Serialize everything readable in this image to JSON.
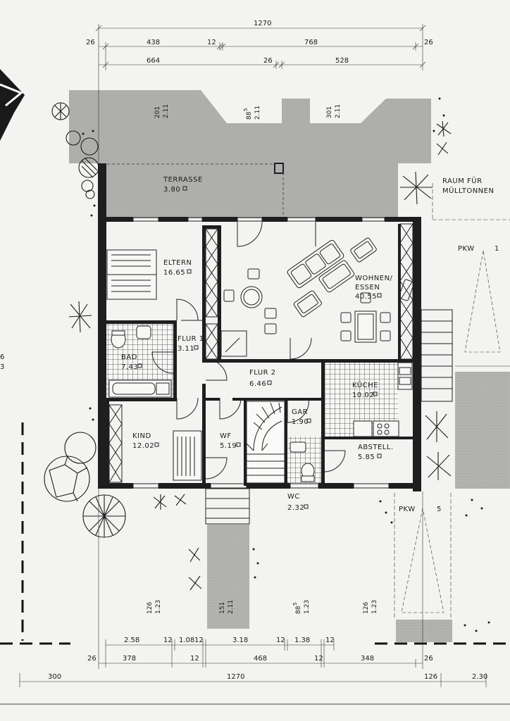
{
  "rooms": {
    "terrasse": {
      "name": "TERRASSE",
      "area": "3.80"
    },
    "eltern": {
      "name": "ELTERN",
      "area": "16.65"
    },
    "wohnen": {
      "name": "WOHNEN/",
      "name2": "ESSEN",
      "area": "40.55"
    },
    "flur1": {
      "name": "FLUR 1",
      "area": "3.11"
    },
    "bad": {
      "name": "BAD",
      "area": "7.43"
    },
    "flur2": {
      "name": "FLUR 2",
      "area": "6.46"
    },
    "kueche": {
      "name": "KÜCHE",
      "area": "10.02"
    },
    "kind": {
      "name": "KIND",
      "area": "12.02"
    },
    "wf": {
      "name": "WF",
      "area": "5.19"
    },
    "gar": {
      "name": "GAR",
      "area": "1.90"
    },
    "abstell": {
      "name": "ABSTELL.",
      "area": "5.85"
    },
    "wc": {
      "name": "WC",
      "area": "2.32"
    }
  },
  "labels": {
    "raum_line1": "RAUM FÜR",
    "raum_line2": "MÜLLTONNEN",
    "pkw1": "PKW",
    "pkw1_num": "1",
    "pkw5": "PKW",
    "pkw5_num": "5",
    "left_edge_1": "6",
    "left_edge_2": "3"
  },
  "dims_top": {
    "overall": "1270",
    "row2": [
      "26",
      "438",
      "12",
      "768",
      "26"
    ],
    "row3": [
      "664",
      "26",
      "528"
    ],
    "win1": [
      "201",
      "2.11"
    ],
    "win2": [
      "88",
      "5",
      "2.11"
    ],
    "win3": [
      "301",
      "2.11"
    ]
  },
  "dims_bottom": {
    "win_a": [
      "126",
      "1.23"
    ],
    "win_b": [
      "151",
      "2.11"
    ],
    "win_c": [
      "88",
      "5",
      "1.23"
    ],
    "win_d": [
      "126",
      "1.23"
    ],
    "row1": [
      "2.58",
      "12",
      "1.08",
      "12",
      "3.18",
      "12",
      "1.38",
      "12"
    ],
    "row2": [
      "26",
      "378",
      "12",
      "468",
      "12",
      "348",
      "26"
    ],
    "row3": [
      "300",
      "1270",
      "126",
      "2.30"
    ]
  }
}
